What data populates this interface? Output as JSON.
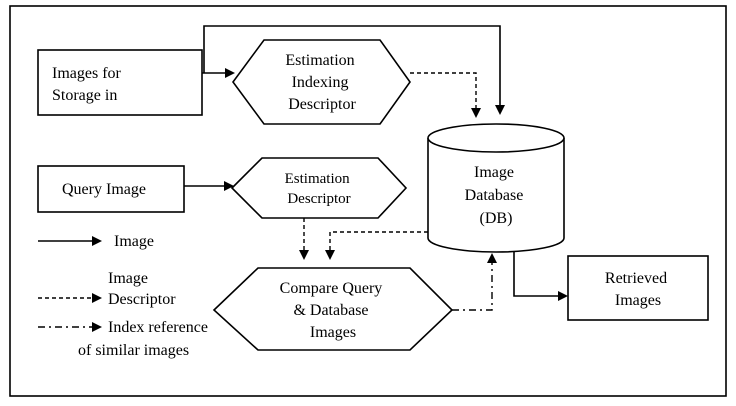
{
  "nodes": {
    "storage_input": {
      "lines": [
        "Images for",
        "Storage in"
      ]
    },
    "estimation_indexing": {
      "lines": [
        "Estimation",
        "Indexing",
        "Descriptor"
      ]
    },
    "image_database": {
      "lines": [
        "Image",
        "Database",
        "(DB)"
      ]
    },
    "query_image": {
      "lines": [
        "Query Image"
      ]
    },
    "estimation_descriptor": {
      "lines": [
        "Estimation",
        "Descriptor"
      ]
    },
    "compare": {
      "lines": [
        "Compare Query",
        "& Database",
        "Images"
      ]
    },
    "retrieved": {
      "lines": [
        "Retrieved",
        "Images"
      ]
    }
  },
  "legend": {
    "image": {
      "lines": [
        "Image"
      ]
    },
    "descriptor": {
      "lines": [
        "Image",
        "Descriptor"
      ]
    },
    "index_reference": {
      "lines": [
        "Index reference",
        "of similar images"
      ]
    }
  }
}
